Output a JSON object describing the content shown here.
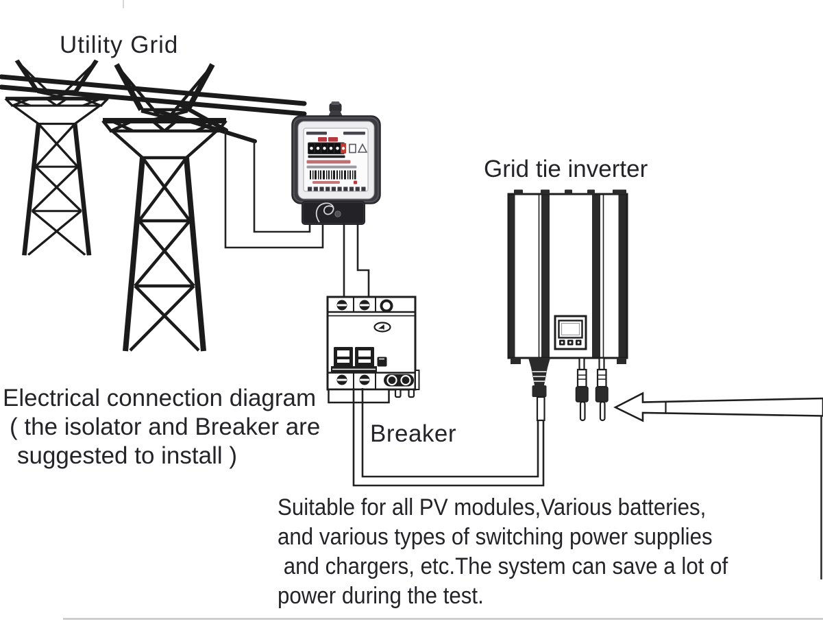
{
  "labels": {
    "utility_grid": "Utility Grid",
    "grid_tie_inverter": "Grid tie inverter",
    "breaker": "Breaker"
  },
  "note": {
    "lines": [
      "Electrical connection diagram",
      "( the isolator and Breaker are",
      "suggested to install )"
    ]
  },
  "description": {
    "lines": [
      "Suitable for all PV modules,Various batteries,",
      "and various types of switching power supplies",
      " and chargers, etc.The system can save a lot of",
      "power during the test."
    ]
  },
  "figures": {
    "towers": "transmission-towers",
    "meter": "electricity-kwh-meter",
    "breaker": "2-pole-circuit-breaker",
    "inverter": "grid-tie-inverter",
    "arrow": "dc-input-arrow",
    "meter_counter_digits": 6
  },
  "colors": {
    "ink": "#1e1e1e",
    "meter_body": "#3b3b40",
    "meter_red": "#b4383d",
    "counter_red": "#bf3a31",
    "page_edge_gray": "#c6c6c6"
  }
}
